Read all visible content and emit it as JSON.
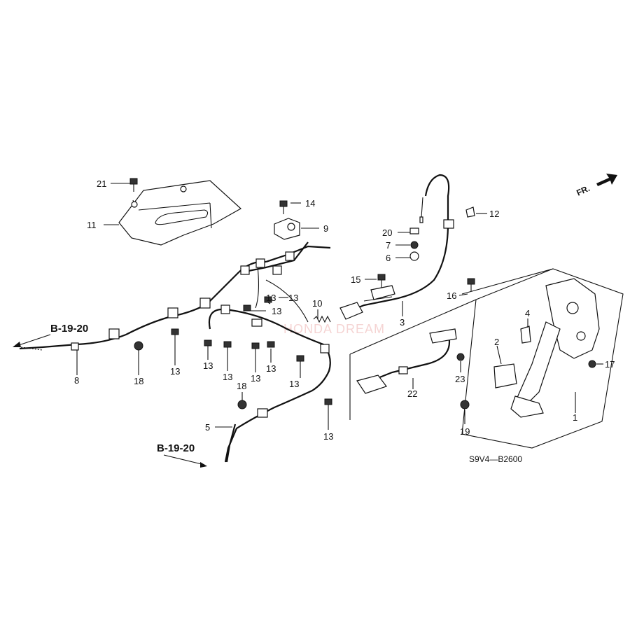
{
  "diagram": {
    "orientation_label": "FR.",
    "watermark": "HONDA DREAM",
    "diagram_code": "S9V4—B2600",
    "refs": {
      "ref_left": "B-19-20",
      "ref_bottom": "B-19-20"
    },
    "callouts": {
      "c21": "21",
      "c11": "11",
      "c14": "14",
      "c9": "9",
      "c20": "20",
      "c7": "7",
      "c6": "6",
      "c12": "12",
      "c15": "15",
      "c16": "16",
      "c4": "4",
      "c2": "2",
      "c17": "17",
      "c1": "1",
      "c19": "19",
      "c23": "23",
      "c22": "22",
      "c3": "3",
      "c10": "10",
      "c13a": "13",
      "c13b": "13",
      "c13c": "13",
      "c13d": "13",
      "c13e": "13",
      "c13f": "13",
      "c13g": "13",
      "c13h": "13",
      "c13i": "13",
      "c13j": "13",
      "c8": "8",
      "c18a": "18",
      "c18b": "18",
      "c5": "5"
    }
  }
}
